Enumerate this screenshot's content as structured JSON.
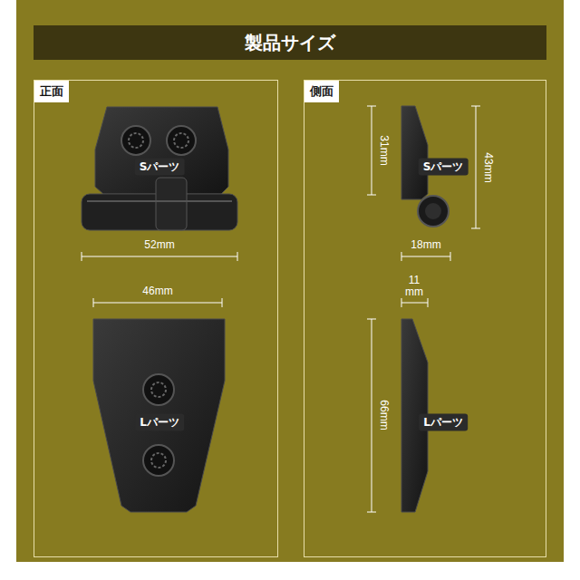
{
  "diagram": {
    "title": "製品サイズ",
    "nodes": [
      {
        "text": [
          "正面"
        ]
      },
      {
        "text": [
          "側面"
        ]
      },
      {
        "text": [
          "Sパーツ"
        ],
        "in": 0
      },
      {
        "text": [
          "Lパーツ"
        ],
        "in": 0
      },
      {
        "text": [
          "Sパーツ"
        ],
        "in": 1
      },
      {
        "text": [
          "Lパーツ"
        ],
        "in": 1
      }
    ],
    "labels": [
      "52mm",
      "46mm",
      "31mm",
      "43mm",
      "18mm",
      "11 mm",
      "66mm"
    ]
  }
}
